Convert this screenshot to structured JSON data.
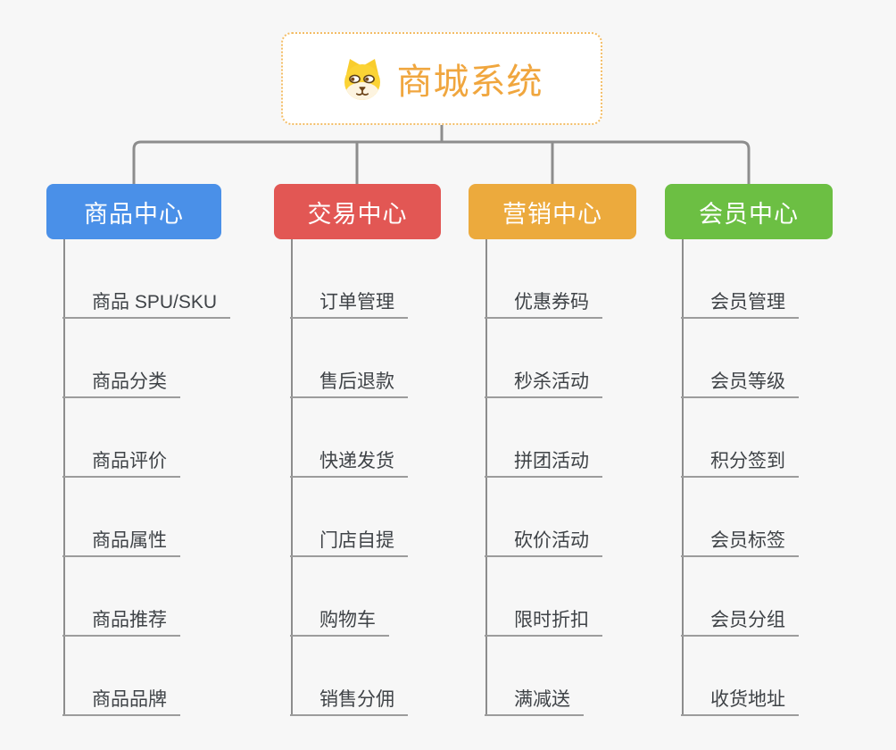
{
  "root": {
    "title": "商城系统",
    "icon": "doge-icon"
  },
  "branches": [
    {
      "id": "product-center",
      "label": "商品中心",
      "color": "#4a90e8",
      "children": [
        "商品 SPU/SKU",
        "商品分类",
        "商品评价",
        "商品属性",
        "商品推荐",
        "商品品牌"
      ]
    },
    {
      "id": "trade-center",
      "label": "交易中心",
      "color": "#e25754",
      "children": [
        "订单管理",
        "售后退款",
        "快递发货",
        "门店自提",
        "购物车",
        "销售分佣"
      ]
    },
    {
      "id": "marketing-center",
      "label": "营销中心",
      "color": "#ecaa3d",
      "children": [
        "优惠券码",
        "秒杀活动",
        "拼团活动",
        "砍价活动",
        "限时折扣",
        "满减送"
      ]
    },
    {
      "id": "member-center",
      "label": "会员中心",
      "color": "#6cbf43",
      "children": [
        "会员管理",
        "会员等级",
        "积分签到",
        "会员标签",
        "会员分组",
        "收货地址"
      ]
    }
  ],
  "colors": {
    "background": "#f7f7f7",
    "connector": "#8d8d8d",
    "underline": "#9c9c9c",
    "root_text": "#f0a63e",
    "root_border": "#f3bd66",
    "header_text": "#ffffff",
    "leaf_text": "#3f4347"
  }
}
